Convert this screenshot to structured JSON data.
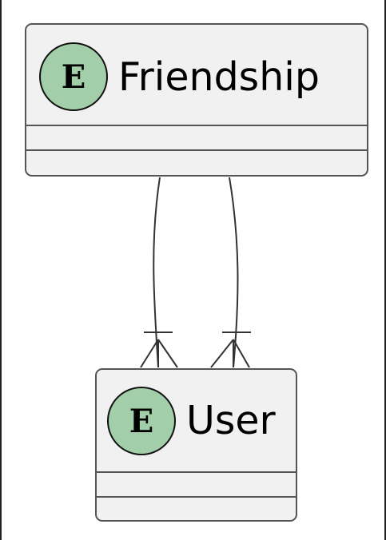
{
  "diagram": {
    "type": "entity-relationship",
    "colors": {
      "entity_fill": "#f1f1f1",
      "entity_border": "#555555",
      "badge_fill": "#a2cfa9",
      "badge_border": "#111111",
      "edge": "#333333"
    },
    "entities": [
      {
        "id": "friendship",
        "name": "Friendship",
        "badge": "E"
      },
      {
        "id": "user",
        "name": "User",
        "badge": "E"
      }
    ],
    "relations": [
      {
        "from": "friendship",
        "to": "user",
        "end_symbol": "one-or-many"
      },
      {
        "from": "friendship",
        "to": "user",
        "end_symbol": "one-or-many"
      }
    ]
  }
}
